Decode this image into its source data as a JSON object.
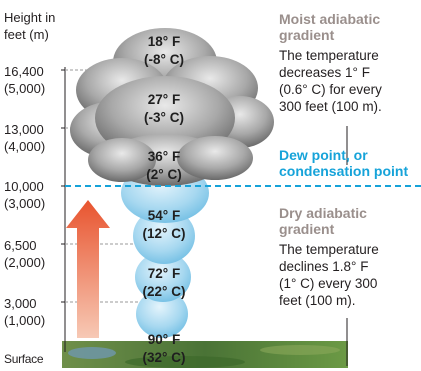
{
  "axis": {
    "title_line1": "Height in",
    "title_line2": "feet (m)",
    "levels": [
      {
        "feet": "16,400",
        "meters": "(5,000)"
      },
      {
        "feet": "13,000",
        "meters": "(4,000)"
      },
      {
        "feet": "10,000",
        "meters": "(3,000)"
      },
      {
        "feet": "6,500",
        "meters": "(2,000)"
      },
      {
        "feet": "3,000",
        "meters": "(1,000)"
      }
    ],
    "surface": "Surface"
  },
  "temperatures": [
    {
      "f": "18° F",
      "c": "(-8° C)"
    },
    {
      "f": "27° F",
      "c": "(-3° C)"
    },
    {
      "f": "36° F",
      "c": "(2° C)"
    },
    {
      "f": "54° F",
      "c": "(12° C)"
    },
    {
      "f": "72° F",
      "c": "(22° C)"
    },
    {
      "f": "90° F",
      "c": "(32° C)"
    }
  ],
  "moist": {
    "heading_line1": "Moist adiabatic",
    "heading_line2": "gradient",
    "desc_lines": [
      "The temperature",
      "decreases 1° F",
      "(0.6° C) for every",
      "300 feet (100 m)."
    ]
  },
  "dew": {
    "heading_line1": "Dew point, or",
    "heading_line2": "condensation point"
  },
  "dry": {
    "heading_line1": "Dry adiabatic",
    "heading_line2": "gradient",
    "desc_lines": [
      "The temperature",
      "declines 1.8° F",
      "(1° C) every 300",
      "feet (100 m)."
    ]
  },
  "colors": {
    "dew_line": "#16a3d9",
    "bubble": "#9fd3ee",
    "arrow": "#e0452a",
    "heading_grey": "#9a8f8c",
    "ground": "#4f7a3a"
  }
}
